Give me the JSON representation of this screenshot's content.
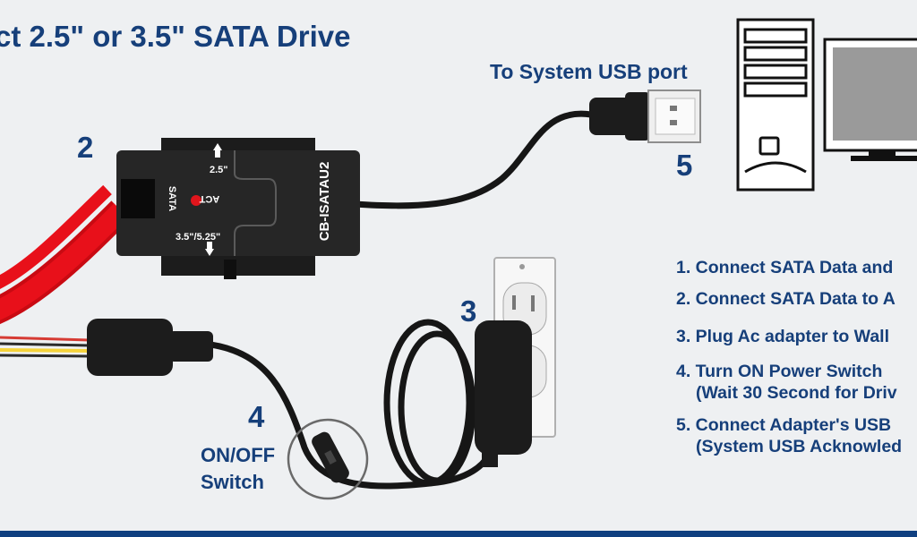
{
  "title": "ct 2.5\" or 3.5\" SATA Drive",
  "labels": {
    "usb_port": "To System USB port",
    "switch_line1": "ON/OFF",
    "switch_line2": "Switch"
  },
  "numbers": {
    "n2": "2",
    "n3": "3",
    "n4": "4",
    "n5": "5"
  },
  "adapter": {
    "model": "CB-ISATAU2",
    "port_25": "2.5\"",
    "port_35": "3.5\"/5.25\"",
    "led": "ACT",
    "sata": "SATA"
  },
  "steps": [
    {
      "line1": "1. Connect SATA Data and"
    },
    {
      "line1": "2. Connect SATA Data to A"
    },
    {
      "line1": "3. Plug Ac adapter to Wall"
    },
    {
      "line1": "4. Turn ON Power Switch",
      "line2": "(Wait 30 Second for Driv"
    },
    {
      "line1": "5. Connect Adapter's USB",
      "line2": "(System USB Acknowled"
    }
  ],
  "colors": {
    "heading": "#163f7a",
    "background": "#eef0f2",
    "device": "#1c1c1c",
    "sata_cable": "#e8101a",
    "led": "#e0151c",
    "bar": "#0f3f80"
  }
}
